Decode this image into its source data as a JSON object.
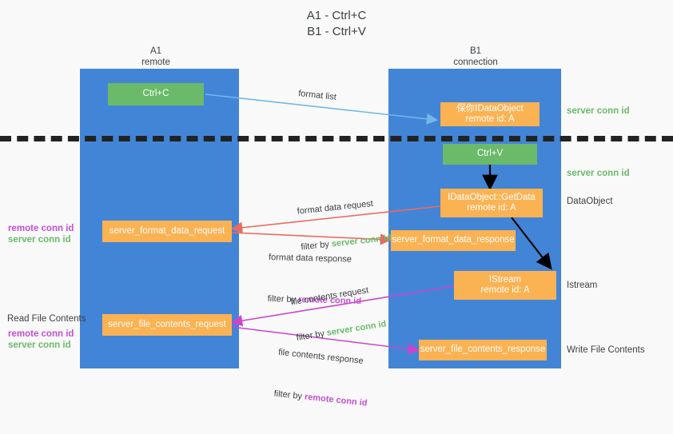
{
  "title": "A1 - Ctrl+C\nB1 - Ctrl+V",
  "lanes": [
    {
      "name": "lane-a1",
      "header": "A1\nremote"
    },
    {
      "name": "lane-b1",
      "header": "B1\nconnection"
    }
  ],
  "boxes": {
    "ctrl_c": "Ctrl+C",
    "ctrl_v": "Ctrl+V",
    "idataobject": "保你IDataObject\nremote id: A",
    "getdata": "IDataObject::GetData\nremote id: A",
    "istream": "IStream\nremote id: A",
    "server_format_data_request": "server_format_data_request",
    "server_format_data_response": "server_format_data_response",
    "server_file_contents_request": "server_file_contents_request",
    "server_file_contents_response": "server_file_contents_response"
  },
  "arrow_labels": {
    "format_list": "format list",
    "format_data_request": "format data request",
    "format_data_request_filter_prefix": "filter by ",
    "format_data_request_filter_value": "server conn id",
    "format_data_response": "format data response",
    "format_data_response_filter_prefix": "filter by ",
    "format_data_response_filter_value": "remote conn id",
    "file_contents_request": "file contents request",
    "file_contents_request_filter_prefix": "filter by ",
    "file_contents_request_filter_value": "server conn id",
    "file_contents_response": "file contents response",
    "file_contents_response_filter_prefix": "filter by ",
    "file_contents_response_filter_value": "remote conn id"
  },
  "right_notes": {
    "server_conn_id_top": "server conn id",
    "server_conn_id_mid": "server conn id",
    "dataobject": "DataObject",
    "istream": "Istream",
    "write_file_contents": "Write File Contents"
  },
  "left_notes": {
    "conn_pair_1_remote": "remote conn id",
    "conn_pair_1_server": "server conn id",
    "read_file_contents": "Read File Contents",
    "conn_pair_2_remote": "remote conn id",
    "conn_pair_2_server": "server conn id"
  },
  "colors": {
    "lane": "#4285d7",
    "green_box": "#6aba69",
    "orange_box": "#fbb252",
    "accent_green_text": "#6aba69",
    "accent_purple_text": "#c34fd0",
    "arrow_blue": "#6fb8e8",
    "arrow_red": "#ea6a5e",
    "arrow_magenta": "#cc44cc",
    "arrow_black": "#000000",
    "background": "#f9f9f9"
  }
}
